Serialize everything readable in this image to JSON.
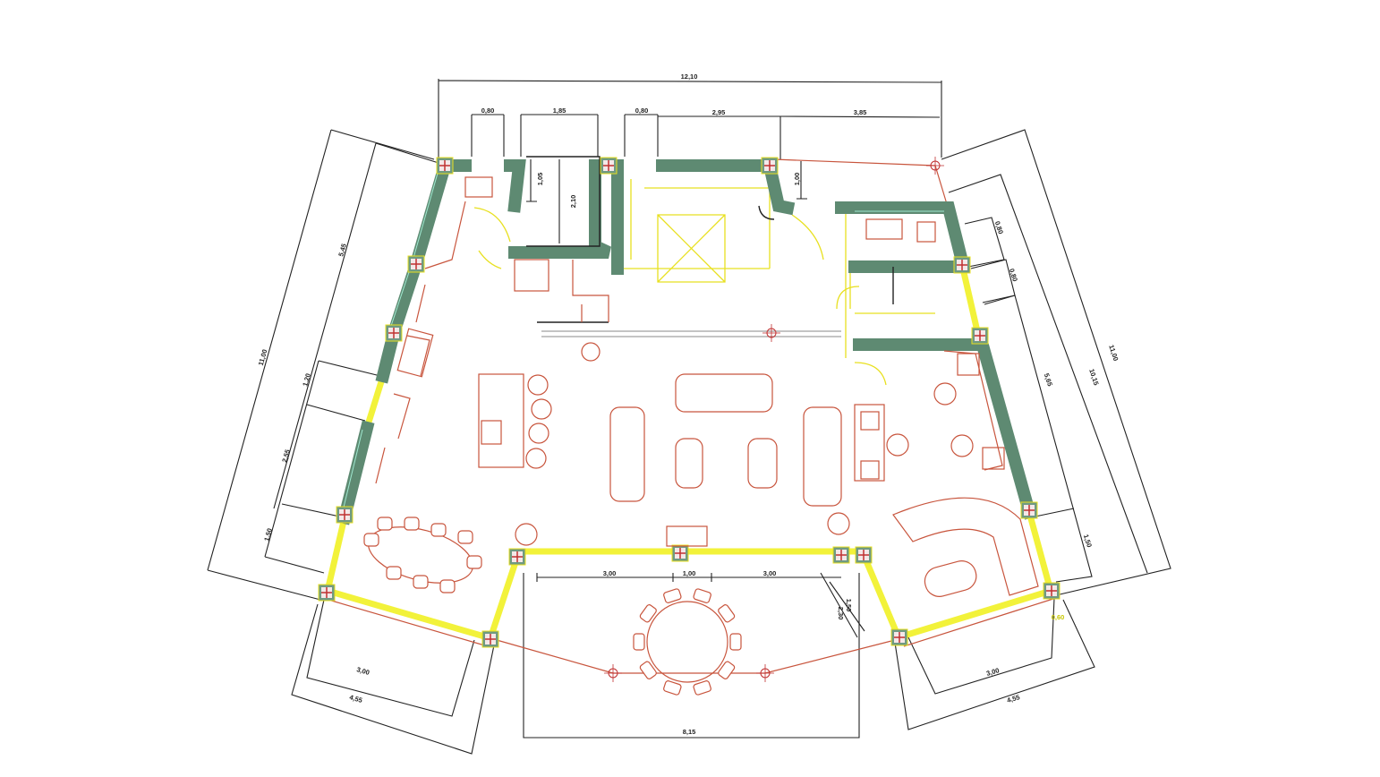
{
  "plan": {
    "colors": {
      "wall": "#5e8a72",
      "glazing": "#f2f23a",
      "furniture": "#c8553d",
      "dimension": "#222222"
    },
    "dimensions": {
      "top": [
        "12,10",
        "0,80",
        "1,85",
        "0,80",
        "2,95",
        "3,85"
      ],
      "top_vertical": [
        "1,05",
        "2,10",
        "1,00"
      ],
      "bathroom": "2,10",
      "left": [
        "11,00",
        "5,45",
        "1,20",
        "2,55",
        "1,50"
      ],
      "right": [
        "11,00",
        "10,15",
        "0,80",
        "0,80",
        "5,65",
        "1,50"
      ],
      "bottom": [
        "3,00",
        "1,00",
        "3,00",
        "2,30",
        "1,50",
        "0,60",
        "3,00",
        "4,55",
        "3,00",
        "4,55",
        "8,15"
      ]
    }
  }
}
